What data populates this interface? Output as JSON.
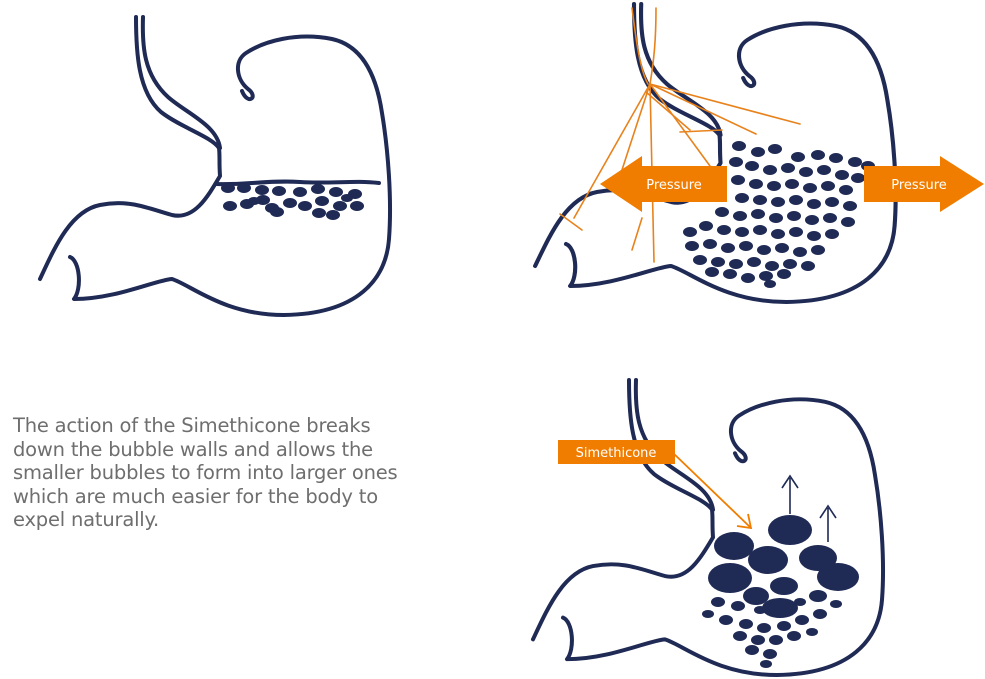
{
  "labels": {
    "pressure_left": "Pressure",
    "pressure_right": "Pressure",
    "simethicone": "Simethicone"
  },
  "caption": "The action of the Simethicone breaks down the bubble walls and allows the smaller bubbles to form into larger ones which are much easier for the body to expel naturally.",
  "colors": {
    "outline": "#1f2a55",
    "accent": "#f07d00",
    "text": "#6e6e6e"
  }
}
